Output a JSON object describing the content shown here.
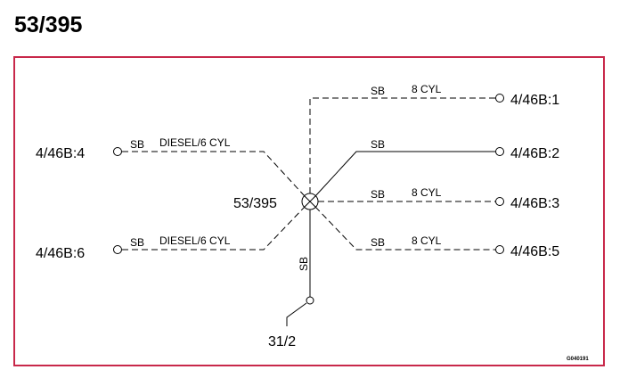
{
  "title": "53/395",
  "center_label": "53/395",
  "terminals": {
    "left_top": "4/46B:4",
    "left_bottom": "4/46B:6",
    "right_1": "4/46B:1",
    "right_2": "4/46B:2",
    "right_3": "4/46B:3",
    "right_5": "4/46B:5",
    "ground": "31/2"
  },
  "wires": {
    "left_top": {
      "color": "SB",
      "note": "DIESEL/6 CYL"
    },
    "left_bottom": {
      "color": "SB",
      "note": "DIESEL/6 CYL"
    },
    "right_1": {
      "color": "SB",
      "note": "8 CYL"
    },
    "right_2": {
      "color": "SB"
    },
    "right_3": {
      "color": "SB",
      "note": "8 CYL"
    },
    "right_5": {
      "color": "SB",
      "note": "8 CYL"
    },
    "ground": {
      "color": "SB"
    }
  },
  "reference_code": "G040191",
  "colors": {
    "frame": "#c8284a",
    "line": "#000000"
  }
}
